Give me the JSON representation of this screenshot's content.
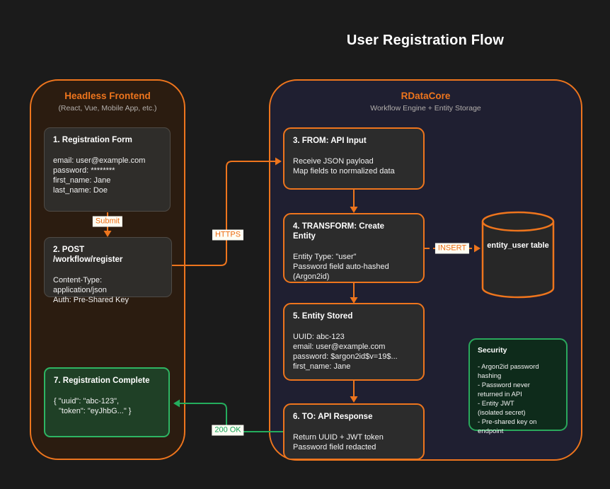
{
  "title": "User Registration Flow",
  "colors": {
    "accent_orange": "#ee751d",
    "accent_green": "#2eb563"
  },
  "edge_labels": {
    "submit": "Submit",
    "https": "HTTPS",
    "insert": "INSERT",
    "ok": "200 OK"
  },
  "frontend": {
    "title": "Headless Frontend",
    "subtitle": "(React, Vue, Mobile App, etc.)",
    "box1": {
      "title": "1. Registration Form",
      "lines": [
        "email: user@example.com",
        "password: ********",
        "first_name: Jane",
        "last_name: Doe"
      ]
    },
    "box2": {
      "title": "2. POST\n/workflow/register",
      "lines": [
        "Content-Type:\napplication/json",
        "Auth: Pre-Shared Key"
      ]
    },
    "box7": {
      "title": "7. Registration Complete",
      "lines": [
        "{ \"uuid\": \"abc-123\",",
        "\"token\": \"eyJhbG...\" }"
      ]
    }
  },
  "core": {
    "title": "RDataCore",
    "subtitle": "Workflow Engine + Entity Storage",
    "box3": {
      "title": "3. FROM: API Input",
      "lines": [
        "Receive JSON payload",
        "Map fields to normalized data"
      ]
    },
    "box4": {
      "title": "4. TRANSFORM: Create\nEntity",
      "lines": [
        "Entity Type: \"user\"",
        "Password field auto-hashed\n(Argon2id)"
      ]
    },
    "box5": {
      "title": "5. Entity Stored",
      "lines": [
        "UUID: abc-123",
        "email: user@example.com",
        "password: $argon2id$v=19$...",
        "first_name: Jane"
      ]
    },
    "box6": {
      "title": "6. TO: API Response",
      "lines": [
        "Return UUID + JWT token",
        "Password field redacted"
      ]
    },
    "db": {
      "label": "entity_user table"
    },
    "security": {
      "title": "Security",
      "items": [
        "- Argon2id password\nhashing",
        "- Password never\nreturned in API",
        "- Entity JWT\n(isolated secret)",
        "- Pre-shared key on\nendpoint"
      ]
    }
  }
}
